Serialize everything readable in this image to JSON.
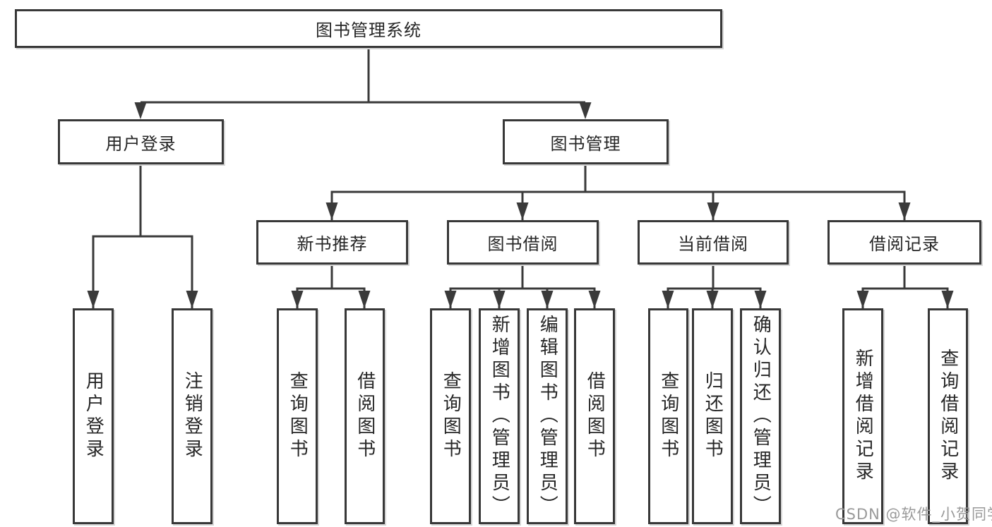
{
  "diagram_type": "hierarchy-tree",
  "tree": {
    "label": "图书管理系统",
    "children": [
      {
        "label": "用户登录",
        "children": [
          {
            "label": "用户登录"
          },
          {
            "label": "注销登录"
          }
        ]
      },
      {
        "label": "图书管理",
        "children": [
          {
            "label": "新书推荐",
            "children": [
              {
                "label": "查询图书"
              },
              {
                "label": "借阅图书"
              }
            ]
          },
          {
            "label": "图书借阅",
            "children": [
              {
                "label": "查询图书"
              },
              {
                "label": "新增图书（管理员）"
              },
              {
                "label": "编辑图书（管理员）"
              },
              {
                "label": "借阅图书"
              }
            ]
          },
          {
            "label": "当前借阅",
            "children": [
              {
                "label": "查询图书"
              },
              {
                "label": "归还图书"
              },
              {
                "label": "确认归还（管理员）"
              }
            ]
          },
          {
            "label": "借阅记录",
            "children": [
              {
                "label": "新增借阅记录"
              },
              {
                "label": "查询借阅记录"
              }
            ]
          }
        ]
      }
    ]
  },
  "watermark": {
    "text": "CSDN @软件_小贺同学"
  },
  "colors": {
    "line": "#3a3a3a",
    "box_border": "#383838",
    "text": "#262626",
    "background": "#ffffff",
    "watermark": "#9a9a9a"
  }
}
